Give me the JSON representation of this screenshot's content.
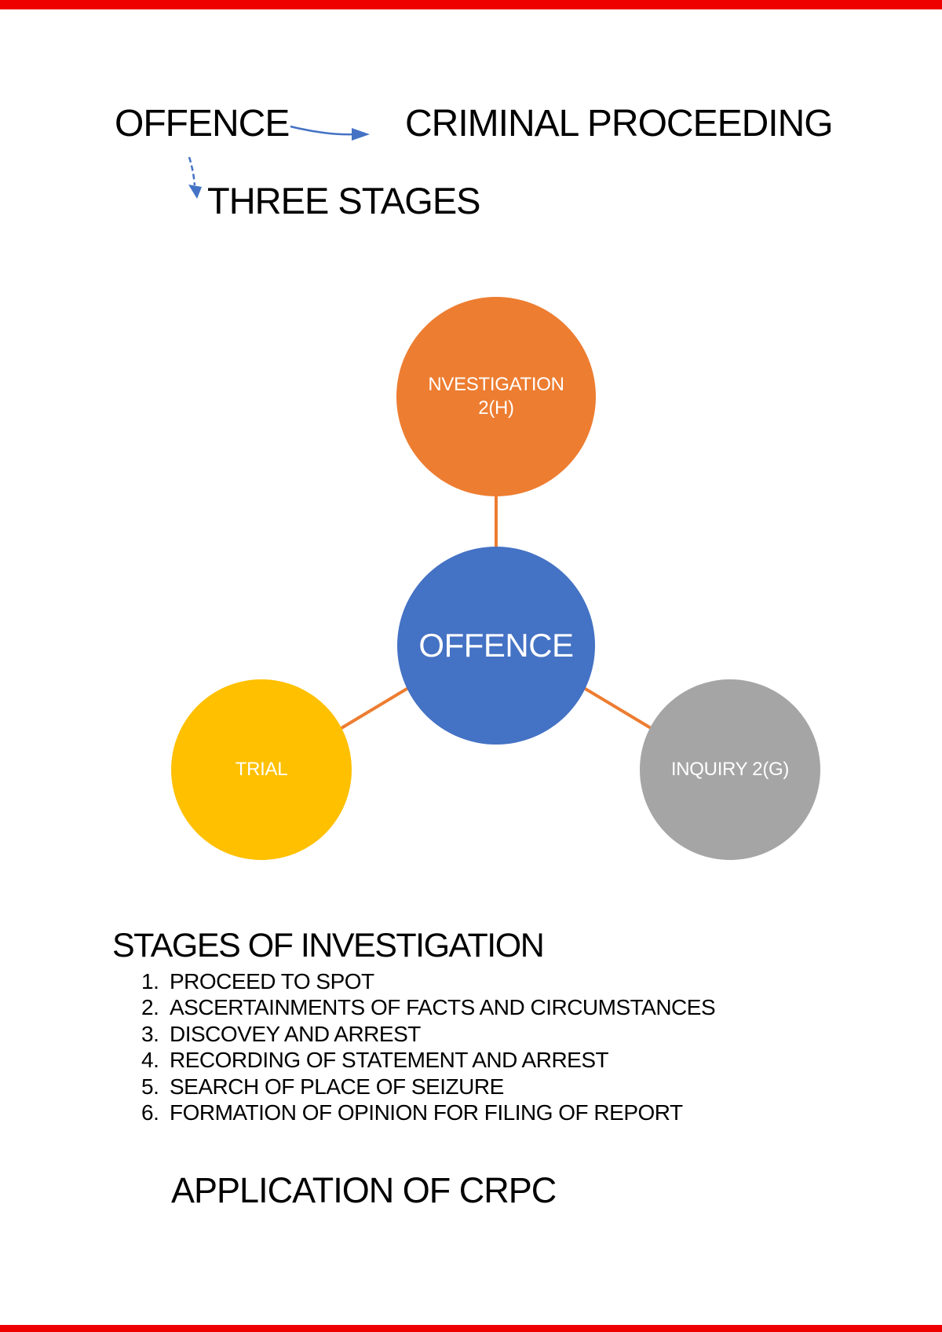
{
  "page": {
    "background": "#ffffff",
    "top_bar_color": "#ee0000",
    "bottom_bar_color": "#ee0000"
  },
  "header": {
    "offence_label": "OFFENCE",
    "criminal_proceeding_label": "CRIMINAL PROCEEDING",
    "three_stages_label": "THREE STAGES",
    "arrow_color": "#4472C4",
    "arrows": [
      "arrow-right-icon",
      "arrow-down-icon"
    ]
  },
  "diagram": {
    "connector_color": "#ED7D31",
    "nodes": {
      "investigation": {
        "label": "NVESTIGATION\n2(H)",
        "color": "#ED7D31"
      },
      "offence": {
        "label": "OFFENCE",
        "color": "#4472C4"
      },
      "trial": {
        "label": "TRIAL",
        "color": "#FFC000"
      },
      "inquiry": {
        "label": "INQUIRY 2(G)",
        "color": "#A5A5A5"
      }
    }
  },
  "stages_section": {
    "heading": "STAGES OF INVESTIGATION",
    "items": [
      {
        "num": "1.",
        "text": "PROCEED TO SPOT"
      },
      {
        "num": "2.",
        "text": "ASCERTAINMENTS OF FACTS AND CIRCUMSTANCES"
      },
      {
        "num": "3.",
        "text": "DISCOVEY AND ARREST"
      },
      {
        "num": "4.",
        "text": "RECORDING OF STATEMENT AND ARREST"
      },
      {
        "num": "5.",
        "text": "SEARCH OF PLACE OF SEIZURE"
      },
      {
        "num": "6.",
        "text": "FORMATION OF OPINION FOR FILING OF REPORT"
      }
    ]
  },
  "footer": {
    "application_label": "APPLICATION OF CRPC"
  }
}
